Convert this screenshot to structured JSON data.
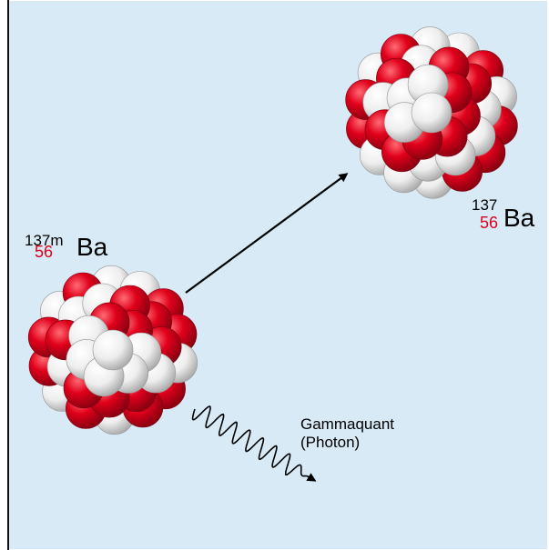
{
  "colors": {
    "background": "#d7eaf6",
    "frame": "#111111",
    "proton": "#e0001b",
    "neutron": "#f4f4f4",
    "charge_text": "#e0001b",
    "arrow": "#000000"
  },
  "nucleus_before": {
    "mass_number": "137m",
    "atomic_number": "56",
    "symbol": "Ba"
  },
  "nucleus_after": {
    "mass_number": "137",
    "atomic_number": "56",
    "symbol": "Ba"
  },
  "emission": {
    "line1": "Gammaquant",
    "line2": "(Photon)"
  },
  "icons": {
    "transition": "arrow-icon",
    "photon": "wavy-arrow-icon"
  }
}
